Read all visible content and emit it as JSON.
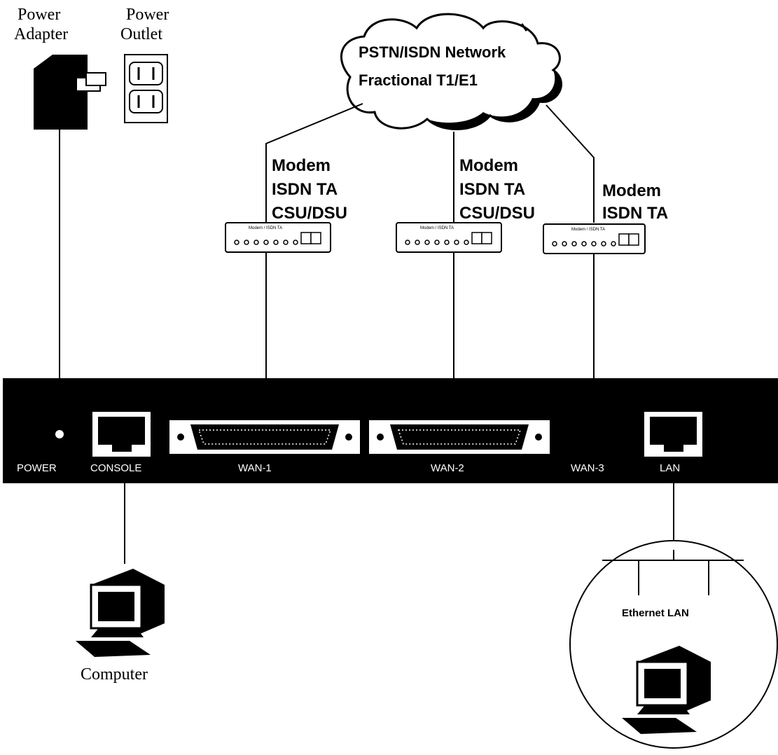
{
  "power_adapter": {
    "line1": "Power",
    "line2": "Adapter"
  },
  "power_outlet": {
    "line1": "Power",
    "line2": "Outlet"
  },
  "network": {
    "line1": "PSTN/ISDN Network",
    "line2": "Fractional T1/E1"
  },
  "device1": {
    "line1": "Modem",
    "line2": "ISDN TA",
    "line3": "CSU/DSU",
    "unit_label": "Modem / ISDN TA"
  },
  "device2": {
    "line1": "Modem",
    "line2": "ISDN TA",
    "line3": "CSU/DSU",
    "unit_label": "Modem / ISDN TA"
  },
  "device3": {
    "line1": "Modem",
    "line2": "ISDN TA",
    "unit_label": "Modem / ISDN TA"
  },
  "router_ports": {
    "power": "POWER",
    "console": "CONSOLE",
    "wan1": "WAN-1",
    "wan2": "WAN-2",
    "wan3": "WAN-3",
    "lan": "LAN"
  },
  "computer_label": "Computer",
  "lan_label": "Ethernet LAN"
}
